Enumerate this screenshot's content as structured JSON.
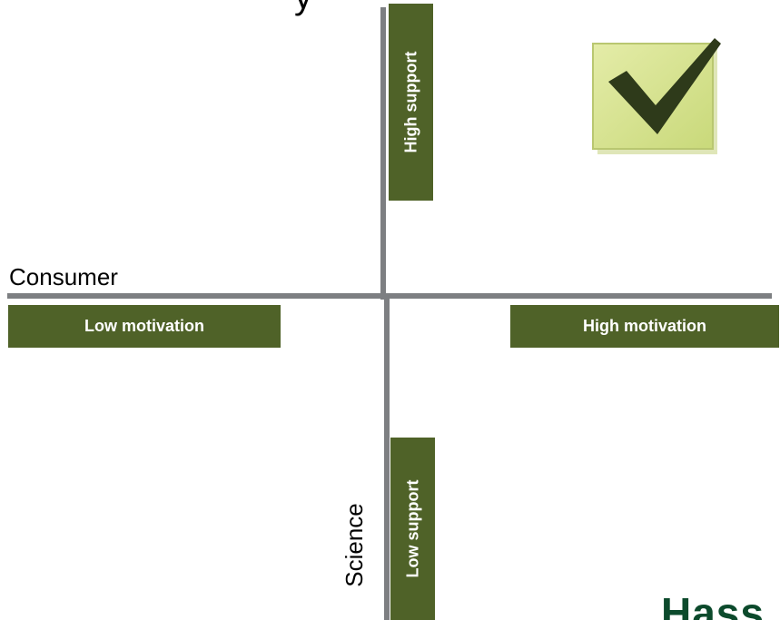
{
  "title_fragment": "y",
  "axes": {
    "horizontal_label": "Consumer",
    "vertical_label": "Science"
  },
  "quadrant_labels": {
    "left": "Low motivation",
    "right": "High motivation",
    "top": "High support",
    "bottom": "Low support"
  },
  "logo_fragment": "Hass",
  "icons": {
    "checkmark": "checkmark-icon"
  },
  "colors": {
    "box_fill": "#4f6228",
    "axis": "#7d7f82",
    "check_box": "#d7e48f",
    "check_mark": "#2e3a1a",
    "logo": "#0c4a2c"
  }
}
